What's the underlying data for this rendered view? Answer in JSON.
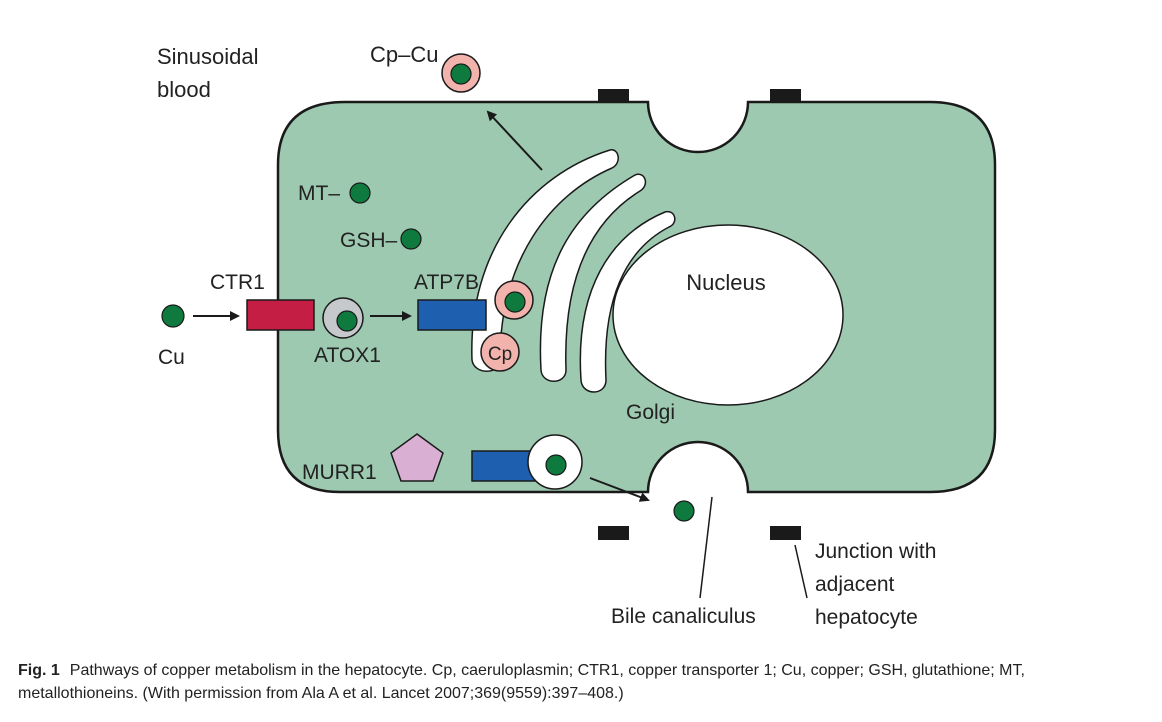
{
  "labels": {
    "sinusoidal_line1": "Sinusoidal",
    "sinusoidal_line2": "blood",
    "cp_cu": "Cp–Cu",
    "mt": "MT–",
    "gsh": "GSH–",
    "ctr1": "CTR1",
    "atp7b": "ATP7B",
    "nucleus": "Nucleus",
    "cu": "Cu",
    "atox1": "ATOX1",
    "cp": "Cp",
    "golgi": "Golgi",
    "murr1": "MURR1",
    "junction_line1": "Junction with",
    "junction_line2": "adjacent",
    "junction_line3": "hepatocyte",
    "bile_canaliculus": "Bile canaliculus"
  },
  "caption": {
    "fig_label": "Fig. 1",
    "text": "Pathways of copper metabolism in the hepatocyte. Cp, caeruloplasmin; CTR1, copper transporter 1; Cu, copper; GSH, glutathione; MT, metallothioneins. (With permission from Ala A et al. Lancet 2007;369(9559):397–408.)"
  },
  "colors": {
    "cell_fill": "#9dc9b0",
    "copper_dot": "#0f7a3e",
    "ctr1": "#c41e45",
    "atp7b": "#1f5fb0",
    "caeruloplasmin": "#f2b3ad",
    "atox1": "#c5c9cc",
    "murr1": "#d9afd3",
    "junction": "#1a1a1a"
  }
}
